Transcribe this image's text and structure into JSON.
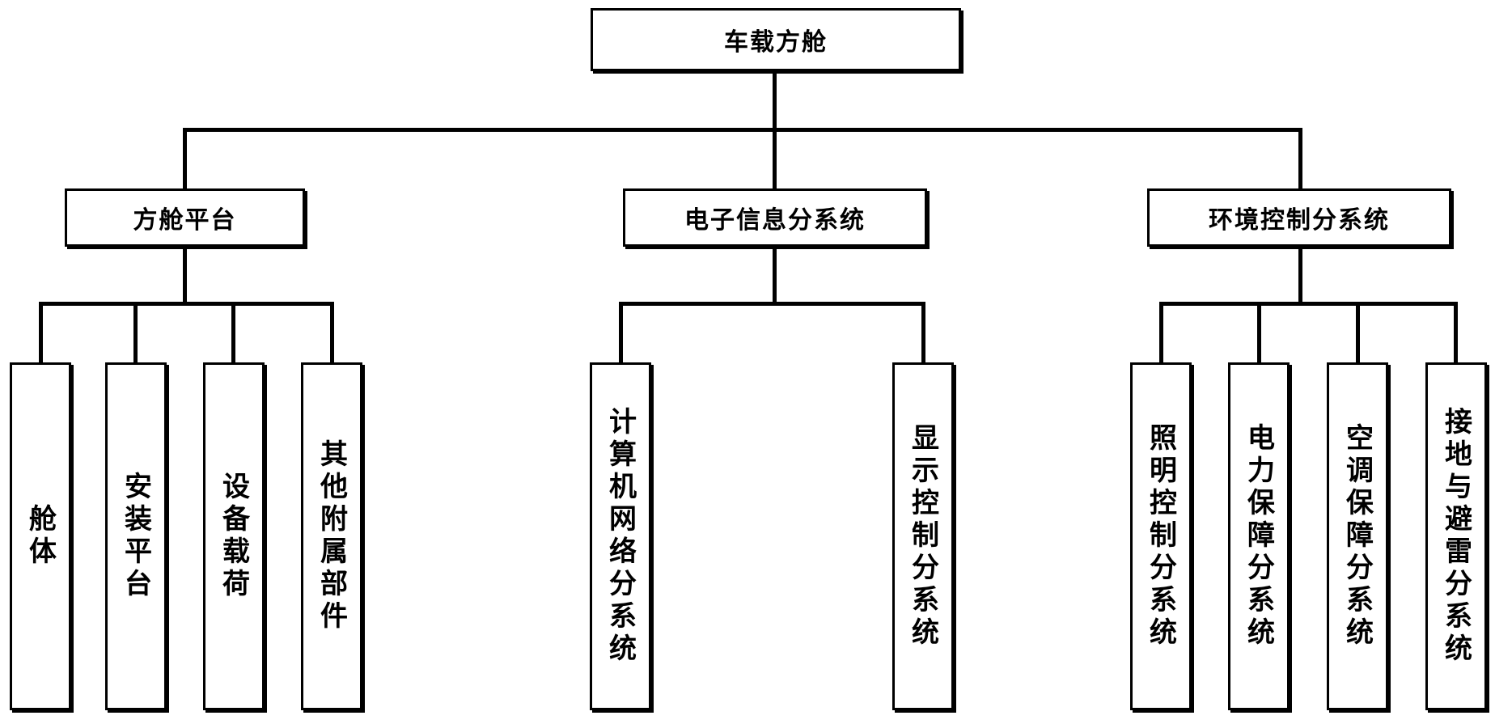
{
  "root": {
    "label": "车载方舱"
  },
  "branches": [
    {
      "label": "方舱平台",
      "children": [
        "舱体",
        "安装平台",
        "设备载荷",
        "其他附属部件"
      ]
    },
    {
      "label": "电子信息分系统",
      "children": [
        "计算机网络分系统",
        "显示控制分系统"
      ]
    },
    {
      "label": "环境控制分系统",
      "children": [
        "照明控制分系统",
        "电力保障分系统",
        "空调保障分系统",
        "接地与避雷分系统"
      ]
    }
  ]
}
